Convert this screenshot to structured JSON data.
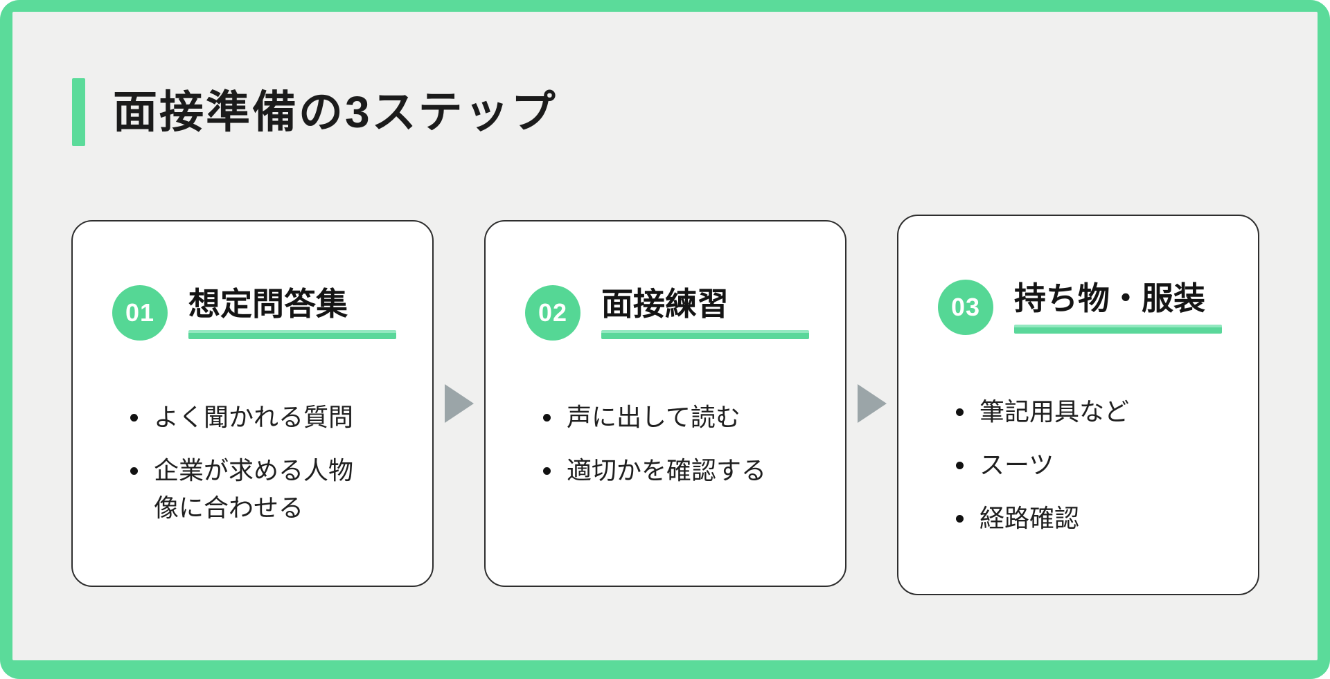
{
  "page": {
    "title": "面接準備の3ステップ"
  },
  "colors": {
    "frame_green": "#5BDB9A",
    "inner_background": "#F0F0EF",
    "card_background": "#FFFFFF",
    "card_border": "#2E2E2E",
    "badge_green": "#55D795",
    "underline_green": "#5AD79A",
    "arrow_gray": "#9BA5A8",
    "text_dark": "#1B1B1B"
  },
  "steps": [
    {
      "number": "01",
      "title": "想定問答集",
      "bullets": [
        "よく聞かれる質問",
        "企業が求める人物像に合わせる"
      ]
    },
    {
      "number": "02",
      "title": "面接練習",
      "bullets": [
        "声に出して読む",
        "適切かを確認する"
      ]
    },
    {
      "number": "03",
      "title": "持ち物・服装",
      "bullets": [
        "筆記用具など",
        "スーツ",
        "経路確認"
      ]
    }
  ]
}
